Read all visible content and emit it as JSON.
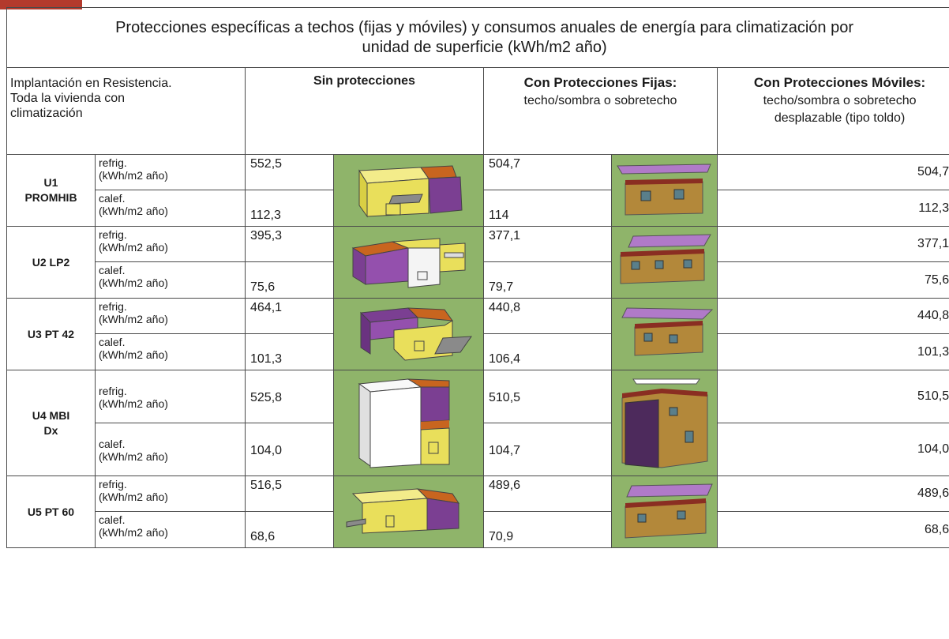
{
  "title": {
    "line1": "Protecciones específicas a techos (fijas y móviles) y consumos anuales de energía para climatización por",
    "line2": "unidad de superficie (kWh/m2 año)"
  },
  "headers": {
    "impl": [
      "Implantación en Resistencia.",
      "Toda la vivienda con",
      "climatización"
    ],
    "sin": "Sin protecciones",
    "fijas_title": "Con Protecciones Fijas:",
    "fijas_sub": "techo/sombra o sobretecho",
    "moviles_title": "Con Protecciones Móviles:",
    "moviles_sub1": "techo/sombra o sobretecho",
    "moviles_sub2": "desplazable (tipo toldo)"
  },
  "labels": {
    "refrig_1": "refrig.",
    "calef_1": "calef.",
    "unit_2": "(kWh/m2 año)"
  },
  "rows": [
    {
      "unit1": "U1",
      "unit2": "PROMHIB",
      "sin_refrig": "552,5",
      "sin_calef": "112,3",
      "fij_refrig": "504,7",
      "fij_calef": "114",
      "mov_refrig": "504,7",
      "mov_calef": "112,3"
    },
    {
      "unit1": "U2 LP2",
      "unit2": "",
      "sin_refrig": "395,3",
      "sin_calef": "75,6",
      "fij_refrig": "377,1",
      "fij_calef": "79,7",
      "mov_refrig": "377,1",
      "mov_calef": "75,6"
    },
    {
      "unit1": "U3 PT 42",
      "unit2": "",
      "sin_refrig": "464,1",
      "sin_calef": "101,3",
      "fij_refrig": "440,8",
      "fij_calef": "106,4",
      "mov_refrig": "440,8",
      "mov_calef": "101,3"
    },
    {
      "unit1": "U4 MBI",
      "unit2": "Dx",
      "sin_refrig": "525,8",
      "sin_calef": "104,0",
      "fij_refrig": "510,5",
      "fij_calef": "104,7",
      "mov_refrig": "510,5",
      "mov_calef": "104,0"
    },
    {
      "unit1": "U5 PT 60",
      "unit2": "",
      "sin_refrig": "516,5",
      "sin_calef": "68,6",
      "fij_refrig": "489,6",
      "fij_calef": "70,9",
      "mov_refrig": "489,6",
      "mov_calef": "68,6"
    }
  ],
  "colors": {
    "accent_tab": "#b33a2c",
    "grass": "#8fb46a",
    "wall_yellow": "#e9df5b",
    "wall_purple": "#7b3f92",
    "roof_orange": "#c8651f",
    "wall_brown": "#b3883a",
    "shade_purple": "#b07ac8"
  }
}
